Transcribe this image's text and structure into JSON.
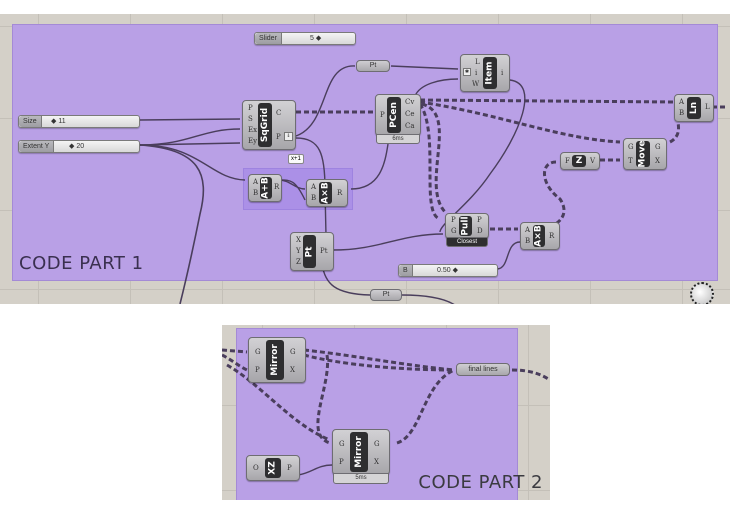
{
  "part1": {
    "group_title": "CODE PART 1",
    "sliders": [
      {
        "id": "slider",
        "label": "Slider",
        "value": "5"
      },
      {
        "id": "size",
        "label": "Size",
        "value": "11"
      },
      {
        "id": "extent-y",
        "label": "Extent Y",
        "value": "20"
      },
      {
        "id": "b",
        "label": "B",
        "value": "0.50"
      }
    ],
    "components": {
      "sqgrid": {
        "name": "SqGrid",
        "inputs": [
          "P",
          "S",
          "Ex",
          "Ey"
        ],
        "outputs": [
          "C",
          "P"
        ]
      },
      "pcen": {
        "name": "PCen",
        "inputs": [
          "P"
        ],
        "outputs": [
          "Cv",
          "Ce",
          "Ca"
        ],
        "footer": "6ms"
      },
      "item": {
        "name": "Item",
        "inputs": [
          "L",
          "i",
          "W"
        ],
        "outputs": [
          "i"
        ]
      },
      "ln": {
        "name": "Ln",
        "inputs": [
          "A",
          "B"
        ],
        "outputs": [
          "L"
        ]
      },
      "z": {
        "name": "Z",
        "inputs": [
          "F"
        ],
        "outputs": [
          "V"
        ]
      },
      "move": {
        "name": "Move",
        "inputs": [
          "G",
          "T"
        ],
        "outputs": [
          "G",
          "X"
        ]
      },
      "add": {
        "name": "A+B",
        "inputs": [
          "A",
          "B"
        ],
        "outputs": [
          "R"
        ]
      },
      "mul1": {
        "name": "A×B",
        "inputs": [
          "A",
          "B"
        ],
        "outputs": [
          "R"
        ]
      },
      "pull": {
        "name": "Pull",
        "inputs": [
          "P",
          "G"
        ],
        "outputs": [
          "P",
          "D"
        ],
        "footer": "Closest"
      },
      "mul2": {
        "name": "A×B",
        "inputs": [
          "A",
          "B"
        ],
        "outputs": [
          "R"
        ]
      },
      "pt": {
        "name": "Pt",
        "inputs": [
          "X",
          "Y",
          "Z"
        ],
        "outputs": [
          "Pt"
        ]
      }
    },
    "params": {
      "pt_top": "Pt",
      "pt_bottom": "Pt"
    },
    "tooltip": "x+1"
  },
  "part2": {
    "group_title": "CODE PART 2",
    "components": {
      "mirror1": {
        "name": "Mirror",
        "inputs": [
          "G",
          "P"
        ],
        "outputs": [
          "G",
          "X"
        ]
      },
      "mirror2": {
        "name": "Mirror",
        "inputs": [
          "G",
          "P"
        ],
        "outputs": [
          "G",
          "X"
        ],
        "footer": "5ms"
      },
      "xz": {
        "name": "XZ",
        "inputs": [
          "O"
        ],
        "outputs": [
          "P"
        ]
      }
    },
    "params": {
      "final_lines": "final lines"
    }
  },
  "colors": {
    "group_fill": "#b9a0e6",
    "canvas": "#d4d0c8",
    "wire": "#4a3e5c"
  }
}
